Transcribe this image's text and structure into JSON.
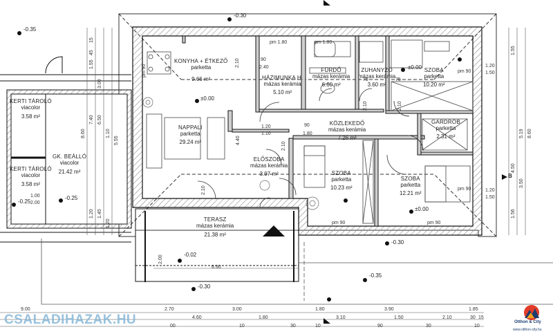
{
  "rooms": [
    {
      "name": "KONYHA + ÉTKEZŐ",
      "floor": "parketta",
      "area": "9.66 m²"
    },
    {
      "name": "HÁZIMUNKA H.",
      "floor": "mázas kerámia",
      "area": "5.10 m²"
    },
    {
      "name": "FÜRDŐ",
      "floor": "mázas kerámia",
      "area": "6.60 m²"
    },
    {
      "name": "ZUHANYZÓ",
      "floor": "mázas kerámia",
      "area": "3.60 m²"
    },
    {
      "name": "SZOBA",
      "floor": "parketta",
      "area": "10.20 m²"
    },
    {
      "name": "NAPPALI",
      "floor": "parketta",
      "area": "29.24 m²"
    },
    {
      "name": "KÖZLEKEDŐ",
      "floor": "mázas kerámia",
      "area": "7.26 m²"
    },
    {
      "name": "GARDRÓB",
      "floor": "parketta",
      "area": "2.31 m²"
    },
    {
      "name": "ELŐSZOBA",
      "floor": "mázas kerámia",
      "area": "3.97 m²"
    },
    {
      "name": "SZOBA",
      "floor": "parketta",
      "area": "10.23 m²"
    },
    {
      "name": "SZOBA",
      "floor": "parketta",
      "area": "12.21 m²"
    },
    {
      "name": "TERASZ",
      "floor": "mázas kerámia",
      "area": "21.38 m²"
    },
    {
      "name": "KERTI TÁROLÓ",
      "floor": "viacolor",
      "area": "3.58 m²"
    },
    {
      "name": "KERTI TÁROLÓ",
      "floor": "viacolor",
      "area": "3.58 m²"
    },
    {
      "name": "GK. BEÁLLÓ",
      "floor": "viacolor",
      "area": "21.42 m²"
    }
  ],
  "levels": [
    "-0.35",
    "-0.30",
    "±0.00",
    "±0.00",
    "±0.00",
    "-0.25",
    "-0.25",
    "-0.30",
    "-0.02",
    "-0.30",
    "-0.35"
  ],
  "window_marks": [
    "pm 1.80",
    "pm 1.80",
    "pm 90",
    "pm 90",
    "pm 90",
    "pm 90",
    "pm 90"
  ],
  "dims_bottom_1": [
    "9.00",
    "2.70",
    "3.00",
    "1.80",
    "3.90",
    "1.85"
  ],
  "dims_bottom_2": [
    "4.60",
    "1.80",
    "3.10",
    "1.50",
    "2.10",
    "30",
    "15"
  ],
  "dims_bottom_3": [
    "00",
    "10",
    "30",
    "10",
    "90",
    "30",
    "10"
  ],
  "dims_left": [
    "15",
    "45",
    "1.55",
    "3.00",
    "7.40",
    "6.50",
    "1.10",
    "5.55",
    "8.60",
    "1.20",
    "1.45",
    "1.20"
  ],
  "dims_right": [
    "1.55",
    "5.19",
    "8.60",
    "4.50",
    "3.50",
    "1.56"
  ],
  "dims_interior": [
    "2.10",
    "90",
    "2.40",
    "1.20",
    "1.10",
    "1.80",
    "2.10",
    "4.40",
    "90",
    "2.10",
    "75",
    "2.10",
    "75",
    "2.10",
    "1.20",
    "1.50",
    "1.20",
    "1.50",
    "6.90",
    "2.00",
    "1.00",
    "2.00"
  ],
  "section_mark": "B",
  "watermark": "CSALADIHAZAK.HU",
  "brand": {
    "name": "Otthon & City",
    "url": "www.otthon-city.hu"
  },
  "colors": {
    "wall": "#111111",
    "wall_fill": "#d0d0d0",
    "line": "#333333",
    "hatch": "#9a9a9a",
    "watermark": "#7fb3d6",
    "brand": "#1a3c6e"
  }
}
